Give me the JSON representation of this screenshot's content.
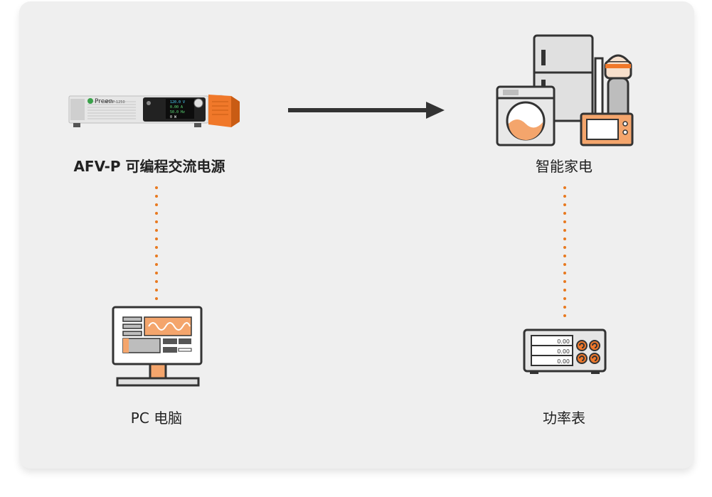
{
  "nodes": {
    "power_source": {
      "label": "AFV-P 可编程交流电源",
      "brand": "Preen",
      "model": "AFV-P-1250",
      "readouts": [
        "120.0 V",
        "0.00 A",
        "50.0 Hz",
        "0 W"
      ]
    },
    "appliances": {
      "label": "智能家电"
    },
    "pc": {
      "label": "PC 电脑"
    },
    "power_meter": {
      "label": "功率表",
      "readings": [
        "0.00",
        "0.00",
        "0.00"
      ]
    }
  },
  "colors": {
    "accent": "#f0782a",
    "card_bg": "#efefef",
    "dots": "#e8791f",
    "arrow": "#333333"
  }
}
